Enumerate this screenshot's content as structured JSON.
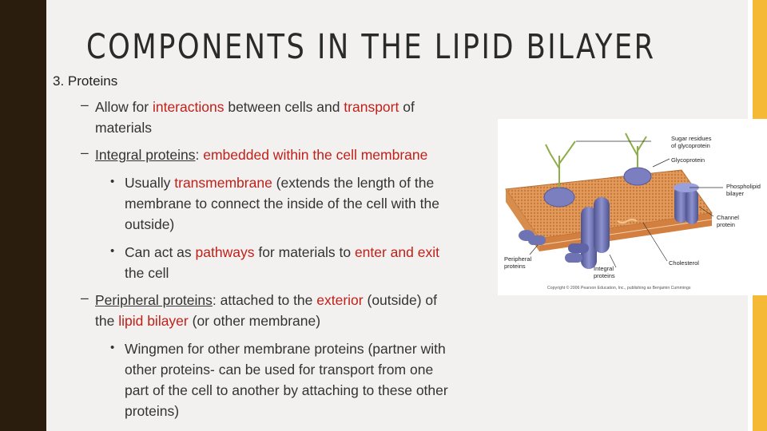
{
  "slide": {
    "title": "COMPONENTS IN THE LIPID BILAYER",
    "heading": "3. Proteins",
    "b1": {
      "dash": "–",
      "t1": "Allow for ",
      "t2": "interactions",
      "t3": " between cells and ",
      "t4": "transport",
      "t5": " of",
      "t6": "materials"
    },
    "b2": {
      "dash": "–",
      "t1": "Integral proteins",
      "t2": ": ",
      "t3": "embedded within the cell membrane"
    },
    "b2a": {
      "dot": "•",
      "t1": "Usually ",
      "t2": "transmembrane",
      "t3": " (extends the length of the",
      "t4": "membrane to connect the inside of the cell with the",
      "t5": "outside)"
    },
    "b2b": {
      "dot": "•",
      "t1": "Can act as ",
      "t2": "pathways",
      "t3": " for materials to ",
      "t4": "enter and exit",
      "t5": "the cell"
    },
    "b3": {
      "dash": "–",
      "t1": "Peripheral proteins",
      "t2": ": attached to the ",
      "t3": "exterior",
      "t4": " (outside) of",
      "t5": "the ",
      "t6": "lipid bilayer",
      "t7": " (or other membrane)"
    },
    "b3a": {
      "dot": "•",
      "l1": "Wingmen for other membrane proteins (partner with",
      "l2": "other proteins- can be used for transport from one",
      "l3": "part of the cell to another by attaching to these other",
      "l4": "proteins)"
    }
  },
  "figure": {
    "labels": {
      "sugar1": "Sugar residues",
      "sugar2": "of glycoprotein",
      "glyco": "Glycoprotein",
      "phos1": "Phospholipid",
      "phos2": "bilayer",
      "chan1": "Channel",
      "chan2": "protein",
      "chol": "Cholesterol",
      "integ1": "Integral",
      "integ2": "proteins",
      "peri1": "Peripheral",
      "peri2": "proteins"
    },
    "copyright": "Copyright © 2006 Pearson Education, Inc., publishing as Benjamin Cummings"
  },
  "colors": {
    "text_red": "#c0201a",
    "accent_gold": "#f6b935",
    "frame_brown": "#2b1d0e",
    "membrane_orange": "#e6a36a",
    "protein_purple": "#6e73b4"
  }
}
